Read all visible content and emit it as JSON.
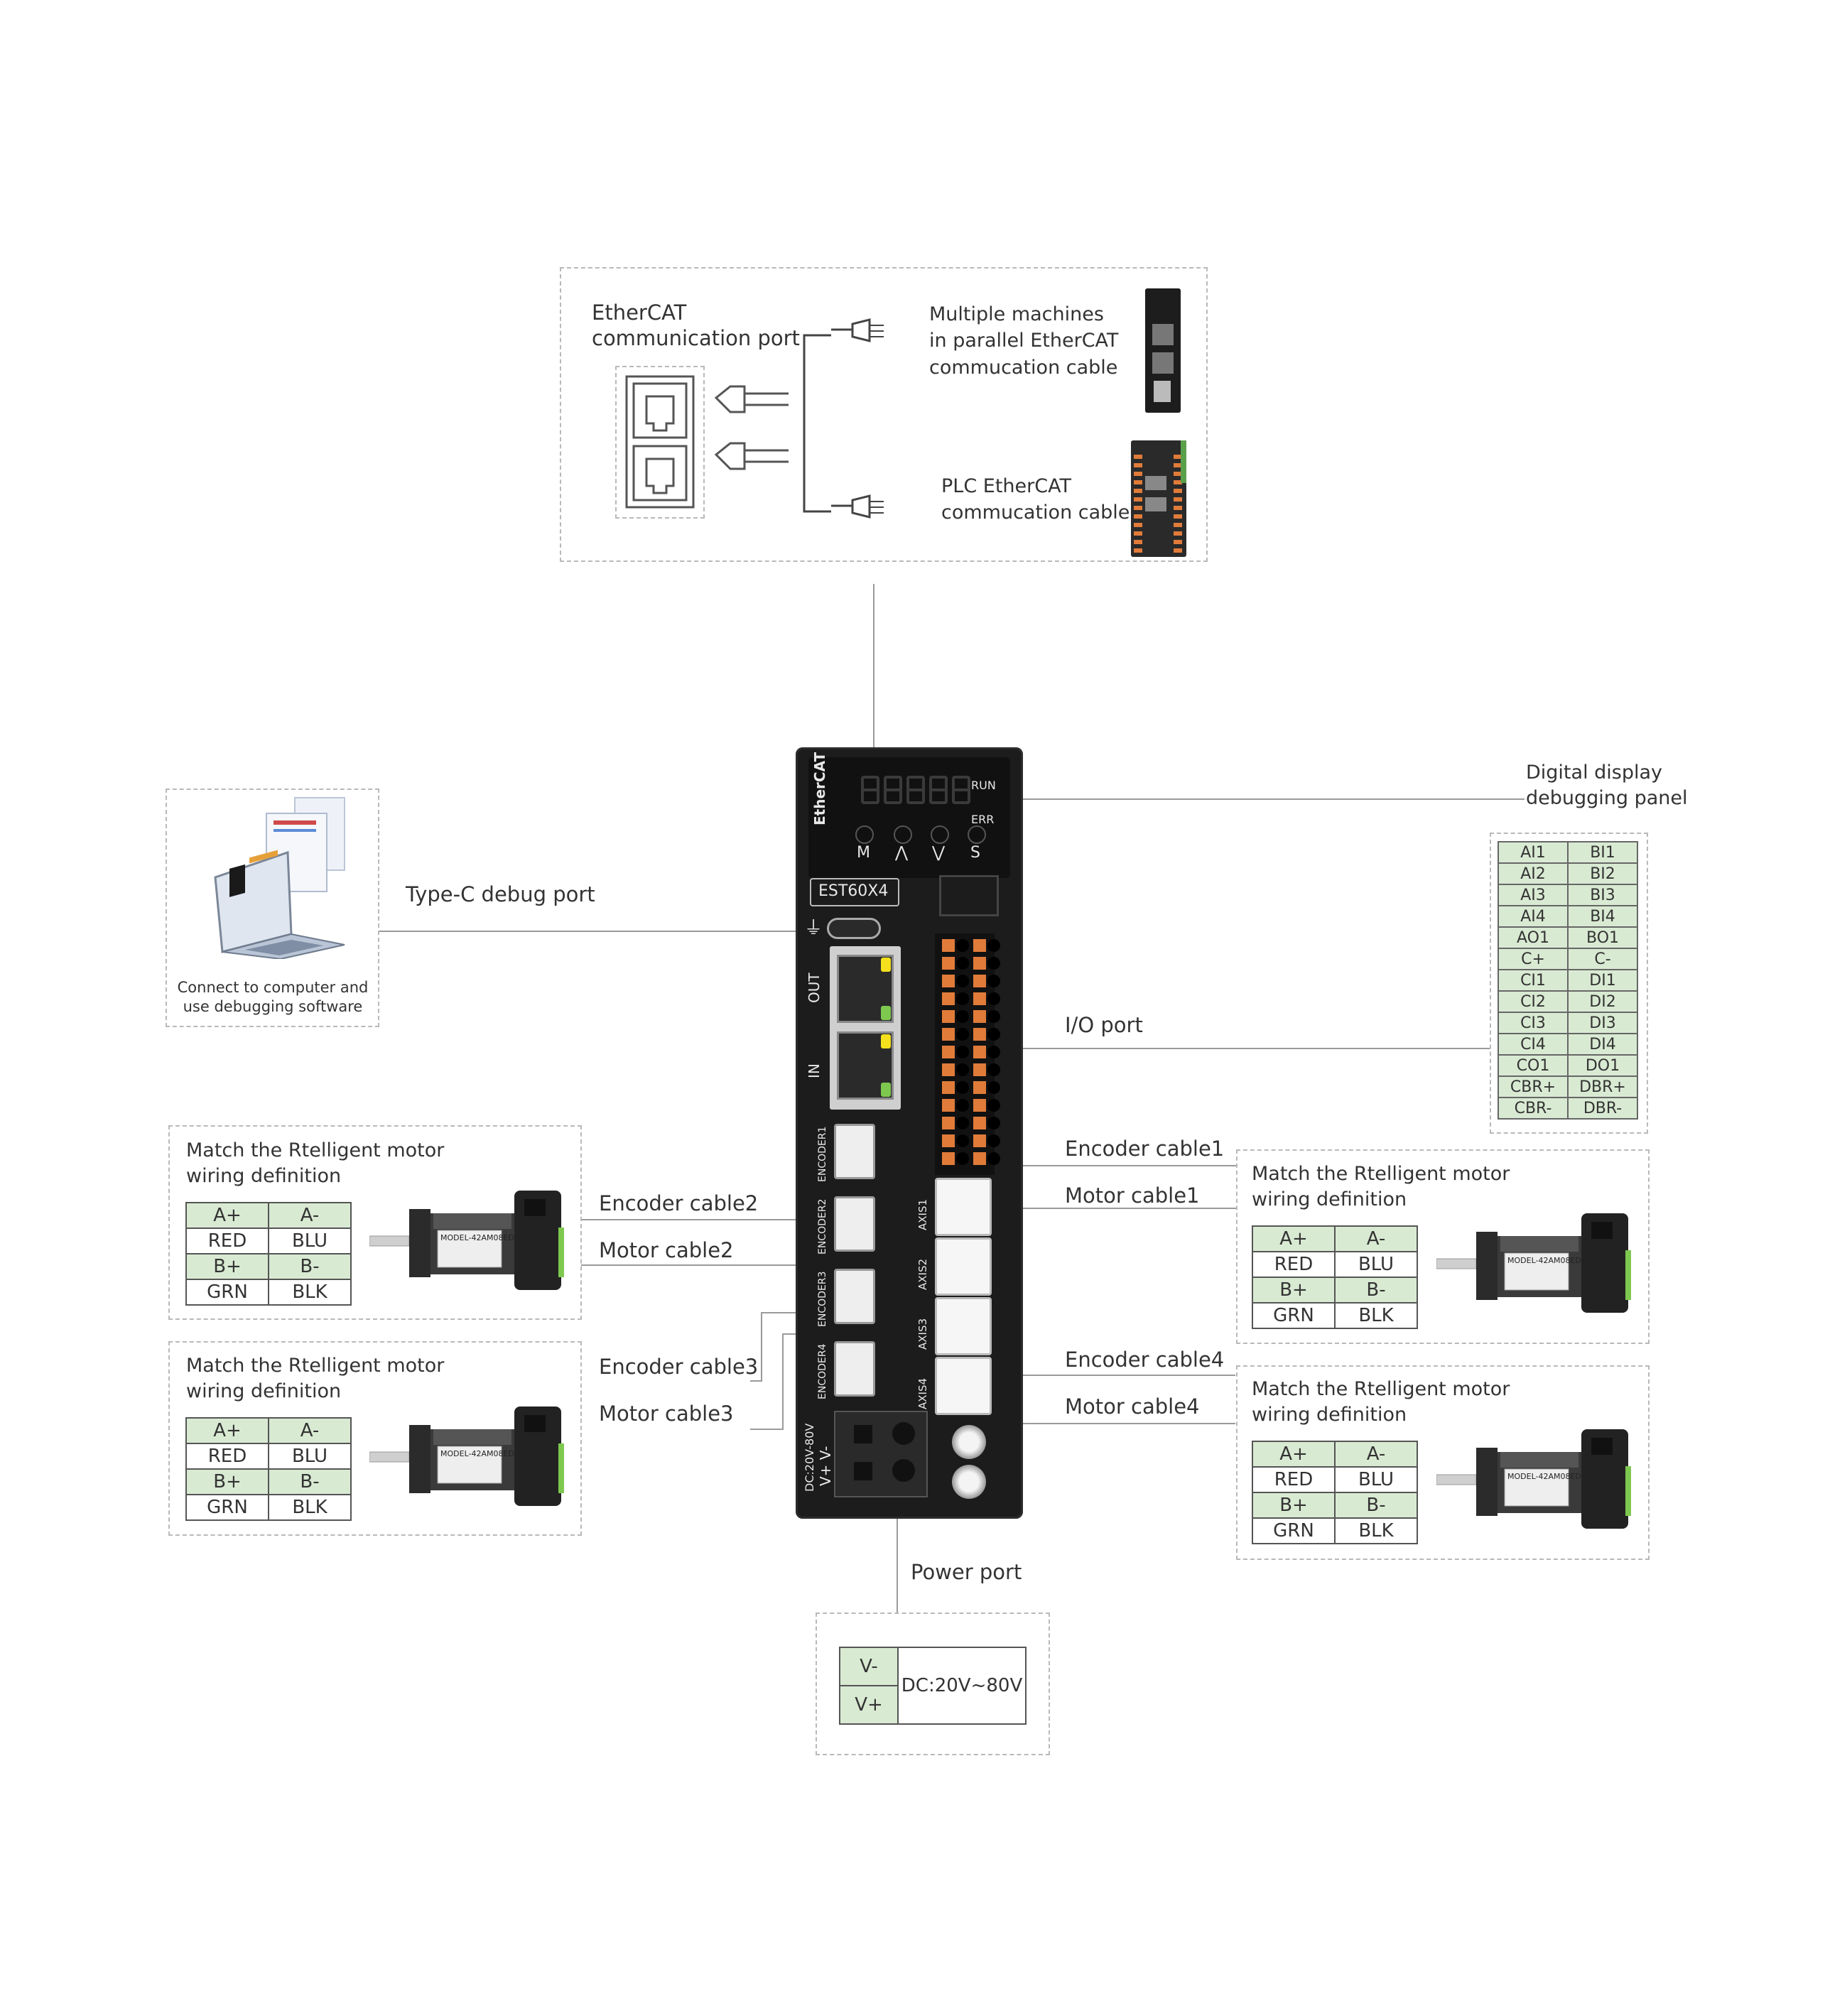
{
  "ethercat": {
    "port_title_1": "EtherCAT",
    "port_title_2": "communication port",
    "multi_1": "Multiple machines",
    "multi_2": "in parallel EtherCAT",
    "multi_3": "commucation cable",
    "plc_1": "PLC EtherCAT",
    "plc_2": "commucation cable"
  },
  "debug": {
    "caption_1": "Connect to computer and",
    "caption_2": "use debugging software",
    "typec_label": "Type-C debug port"
  },
  "digital_display": {
    "label_1": "Digital display",
    "label_2": "debugging panel"
  },
  "io": {
    "label": "I/O port",
    "rows": [
      [
        "AI1",
        "BI1"
      ],
      [
        "AI2",
        "BI2"
      ],
      [
        "AI3",
        "BI3"
      ],
      [
        "AI4",
        "BI4"
      ],
      [
        "AO1",
        "BO1"
      ],
      [
        "C+",
        "C-"
      ],
      [
        "CI1",
        "DI1"
      ],
      [
        "CI2",
        "DI2"
      ],
      [
        "CI3",
        "DI3"
      ],
      [
        "CI4",
        "DI4"
      ],
      [
        "CO1",
        "DO1"
      ],
      [
        "CBR+",
        "DBR+"
      ],
      [
        "CBR-",
        "DBR-"
      ]
    ]
  },
  "cables": {
    "encoder1": "Encoder cable1",
    "motor1": "Motor cable1",
    "encoder2": "Encoder cable2",
    "motor2": "Motor cable2",
    "encoder3": "Encoder cable3",
    "motor3": "Motor cable3",
    "encoder4": "Encoder cable4",
    "motor4": "Motor cable4"
  },
  "wiring": {
    "title_1": "Match the Rtelligent motor",
    "title_2": "wiring definition",
    "row1": [
      "A+",
      "A-"
    ],
    "row2": [
      "RED",
      "BLU"
    ],
    "row3": [
      "B+",
      "B-"
    ],
    "row4": [
      "GRN",
      "BLK"
    ],
    "motor_model": "MODEL-42AM08ED"
  },
  "power": {
    "label": "Power port",
    "vminus": "V-",
    "vplus": "V+",
    "range": "DC:20V~80V"
  },
  "driver": {
    "model": "EST60X4",
    "run": "RUN",
    "err": "ERR",
    "btn_m": "M",
    "btn_up": "⋀",
    "btn_down": "⋁",
    "btn_s": "S",
    "out": "OUT",
    "in": "IN",
    "encoder1": "ENCODER1",
    "encoder2": "ENCODER2",
    "encoder3": "ENCODER3",
    "encoder4": "ENCODER4",
    "axis1": "AXIS1",
    "axis2": "AXIS2",
    "axis3": "AXIS3",
    "axis4": "AXIS4",
    "dc": "DC:20V-80V",
    "vv": "V+  V-",
    "brand": "EtherCAT"
  },
  "colors": {
    "table_green": "#d9ead3",
    "driver_body": "#1c1c1c",
    "terminal_orange": "#e07b39",
    "led_yellow": "#f4e01c",
    "led_green": "#7ec850"
  }
}
